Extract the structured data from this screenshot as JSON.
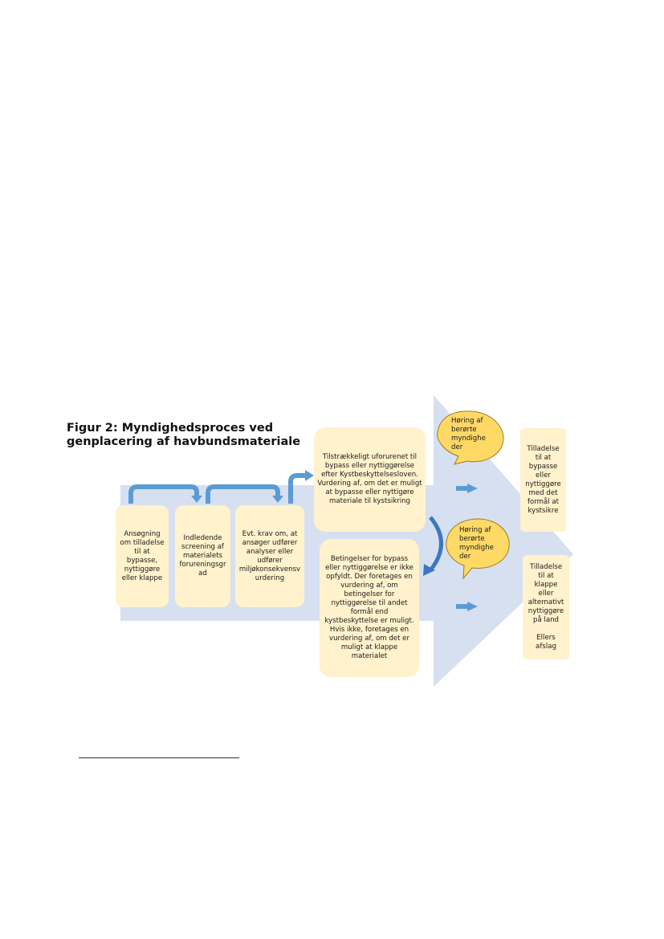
{
  "figure": {
    "title_line1": "Figur 2: Myndighedsproces ved",
    "title_line2": "genplacering af havbundsmateriale"
  },
  "steps": {
    "application": "Ansøgning om tilladelse til at bypasse, nyttiggøre eller klappe",
    "screening": "Indledende screening af materialets forureningsgr ad",
    "eia": "Evt. krav om, at ansøger udfører analyser eller udfører miljøkonsekvensv urdering"
  },
  "assessment": {
    "upper": "Tilstrækkeligt uforurenet til bypass eller nyttiggørelse efter Kystbeskyttelsesloven. Vurdering af, om det er muligt at bypasse eller nyttigøre materiale til kystsikring",
    "lower": "Betingelser for bypass eller nyttiggørelse er ikke opfyldt. Der foretages en vurdering af, om betingelser for nyttiggørelse til andet formål end kystbeskyttelse er muligt. Hvis ikke, foretages en vurdering af, om det er muligt at klappe materialet"
  },
  "consultation": {
    "upper": "Høring af berørte myndighe der",
    "lower": "Høring af berørte myndighe der"
  },
  "outcomes": {
    "upper": "Tilladelse til at bypasse eller nyttiggøre med det formål at kystsikre",
    "lower_main": "Tilladelse til at klappe eller alternativt nyttiggøre på land",
    "lower_else": "Ellers afslag"
  },
  "colors": {
    "background_arrow": "#d6e0f0",
    "box_fill": "#fff2cc",
    "bubble_fill": "#ffd966",
    "connector": "#5b9bd5"
  }
}
